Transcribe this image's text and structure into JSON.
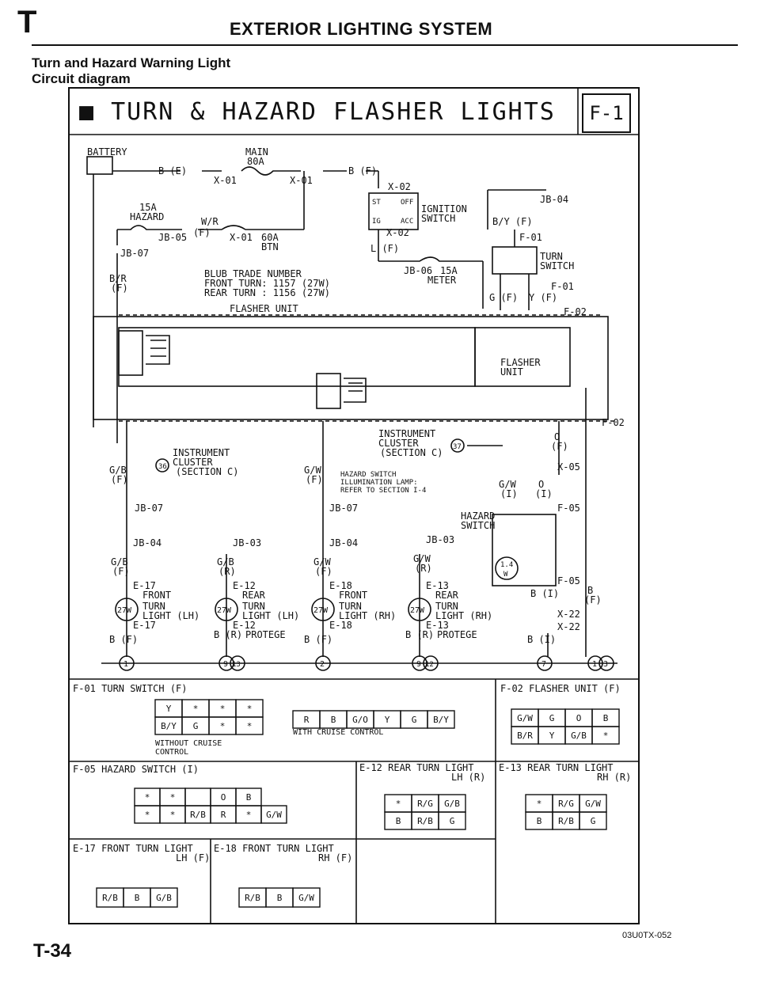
{
  "header": {
    "section_letter": "T",
    "chapter_title": "EXTERIOR LIGHTING SYSTEM"
  },
  "section": {
    "title": "Turn and Hazard Warning Light",
    "subtitle": "Circuit diagram"
  },
  "diagram": {
    "banner": "■ TURN & HAZARD FLASHER LIGHTS",
    "code": "F-1",
    "top": {
      "battery": "BATTERY",
      "main_fuse": "MAIN",
      "main_fuse_rating": "80A",
      "b_e": "B (E)",
      "b_f": "B (F)",
      "x01": "X-01",
      "x02": "X-02",
      "hazard_fuse_rating": "15A",
      "hazard_fuse": "HAZARD",
      "w_r": "W/R",
      "jb05": "JB-05",
      "jb05_sub": "(F)",
      "btn_rating": "60A",
      "btn": "BTN",
      "jb07": "JB-07",
      "b_r": "B/R",
      "b_r_sub": "(F)",
      "bulb1": "BLUB TRADE NUMBER",
      "bulb2": "FRONT TURN: 1157 (27W)",
      "bulb3": "REAR TURN : 1156 (27W)",
      "flasher_unit_label": "FLASHER UNIT",
      "ig_st": "ST",
      "ig_off": "OFF",
      "ig_ig": "IG",
      "ig_acc": "ACC",
      "ignition1": "IGNITION",
      "ignition2": "SWITCH",
      "l_f": "L (F)",
      "jb06": "JB-06",
      "jb06_rating": "15A",
      "meter": "METER",
      "jb04": "JB-04",
      "b_y": "B/Y (F)",
      "f01": "F-01",
      "turn1": "TURN",
      "turn2": "SWITCH",
      "f01b": "F-01",
      "g_f": "G (F)",
      "y_f": "Y (F)",
      "f02": "F-02"
    },
    "middle": {
      "flasher1": "FLASHER",
      "flasher2": "UNIT",
      "f02b": "F-02",
      "ic1_a": "INSTRUMENT",
      "ic1_b": "CLUSTER",
      "ic1_c": "(SECTION C)",
      "ic1_num": "36",
      "ic2_a": "INSTRUMENT",
      "ic2_b": "CLUSTER",
      "ic2_c": "(SECTION C)",
      "ic2_num": "37",
      "o_f": "O",
      "o_f_sub": "(F)",
      "gb": "G/B",
      "gb_sub": "(F)",
      "gw": "G/W",
      "gw_sub": "(F)",
      "haz1": "HAZARD SWITCH",
      "haz2": "ILLUMINATION LAMP:",
      "haz3": "REFER TO SECTION I-4",
      "x05": "X-05",
      "gw_i": "G/W",
      "gw_i_sub": "(I)",
      "o_i": "O",
      "o_i_sub": "(I)",
      "jb07a": "JB-07",
      "jb07b": "JB-07",
      "f05": "F-05",
      "hs1": "HAZARD",
      "hs2": "SWITCH",
      "jb04a": "JB-04",
      "jb03a": "JB-03",
      "jb04b": "JB-04",
      "jb03b": "JB-03",
      "gb1": "G/B",
      "gb1s": "(F)",
      "gb2": "G/B",
      "gb2s": "(R)",
      "gw1": "G/W",
      "gw1s": "(F)",
      "gw2": "G/W",
      "gw2s": "(R)",
      "e17": "E-17",
      "e12": "E-12",
      "e18": "E-18",
      "e13": "E-13",
      "front": "FRONT",
      "rear": "REAR",
      "turn": "TURN",
      "w27": "27W",
      "lt_lh": "LIGHT (LH)",
      "lt_rh": "LIGHT (RH)",
      "e17b": "E-17",
      "e12b": "E-12",
      "e18b": "E-18",
      "e13b": "E-13",
      "f05b": "F-05",
      "b_i": "B (I)",
      "b_f2": "B",
      "b_f2s": "(F)",
      "x22a": "X-22",
      "x22b": "X-22",
      "bf1": "B (F)",
      "br1": "B (R)",
      "protege1": "PROTEGE",
      "bf2": "B (F)",
      "br2": "B (R)",
      "protege2": "PROTEGE",
      "bi2": "B (I)",
      "g1": "1",
      "g9a": "9",
      "g13": "13",
      "g2": "2",
      "g9b": "9",
      "g12": "12",
      "g7": "7",
      "g1b": "1",
      "g3": "3",
      "w14": "1.4",
      "w14w": "W"
    },
    "connectors": {
      "f01_title": "F-01 TURN SWITCH (F)",
      "f01_a_row1": [
        "Y",
        "*",
        "*",
        "*"
      ],
      "f01_a_row2": [
        "B/Y",
        "G",
        "*",
        "*"
      ],
      "f01_a_note1": "WITHOUT CRUISE",
      "f01_a_note2": "CONTROL",
      "f01_b_row": [
        "R",
        "B",
        "G/O",
        "Y",
        "G",
        "B/Y"
      ],
      "f01_b_note": "WITH CRUISE CONTROL",
      "f02_title": "F-02 FLASHER UNIT (F)",
      "f02_row1": [
        "G/W",
        "G",
        "O",
        "B"
      ],
      "f02_row2": [
        "B/R",
        "Y",
        "G/B",
        "*"
      ],
      "f05_title": "F-05 HAZARD SWITCH (I)",
      "f05_row1": [
        "*",
        "*",
        "",
        "O",
        "B"
      ],
      "f05_row2": [
        "*",
        "*",
        "R/B",
        "R",
        "*",
        "G/W"
      ],
      "e12_title1": "E-12 REAR TURN LIGHT",
      "e12_title2": "LH (R)",
      "e12_row1": [
        "*",
        "R/G",
        "G/B"
      ],
      "e12_row2": [
        "B",
        "R/B",
        "G"
      ],
      "e13_title1": "E-13 REAR TURN LIGHT",
      "e13_title2": "RH (R)",
      "e13_row1": [
        "*",
        "R/G",
        "G/W"
      ],
      "e13_row2": [
        "B",
        "R/B",
        "G"
      ],
      "e17_title1": "E-17 FRONT TURN LIGHT",
      "e17_title2": "LH (F)",
      "e17_row": [
        "R/B",
        "B",
        "G/B"
      ],
      "e18_title1": "E-18 FRONT TURN LIGHT",
      "e18_title2": "RH (F)",
      "e18_row": [
        "R/B",
        "B",
        "G/W"
      ]
    }
  },
  "figure_id": "03U0TX-052",
  "page_number": "T-34"
}
